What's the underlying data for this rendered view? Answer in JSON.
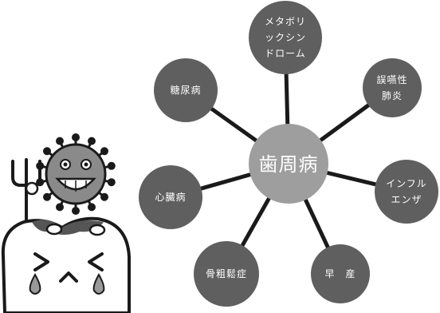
{
  "center": {
    "label": "歯周病"
  },
  "nodes": [
    {
      "id": "metabolic",
      "label_lines": [
        "メタボリ",
        "ックシン",
        "ドローム"
      ]
    },
    {
      "id": "pneumonia",
      "label_lines": [
        "誤嚥性",
        "肺炎"
      ]
    },
    {
      "id": "influenza",
      "label_lines": [
        "インフル",
        "エンザ"
      ]
    },
    {
      "id": "premature",
      "label_lines": [
        "早　産"
      ]
    },
    {
      "id": "osteoporosis",
      "label_lines": [
        "骨粗鬆症"
      ]
    },
    {
      "id": "heart-disease",
      "label_lines": [
        "心臓病"
      ]
    },
    {
      "id": "diabetes",
      "label_lines": [
        "糖尿病"
      ]
    }
  ],
  "colors": {
    "center_fill": "#9e9e9e",
    "node_fill": "#5f5f5f",
    "connector": "#1a1a1a",
    "germ_fill": "#8a8a8a",
    "tooth_fill": "#ffffff",
    "gum_fill": "#555555",
    "tear_fill": "#999999"
  },
  "illustration": {
    "character": "tooth-with-germ",
    "germ_icon": "germ-icon",
    "fork_icon": "fork-icon",
    "tooth_icon": "tooth-icon"
  }
}
